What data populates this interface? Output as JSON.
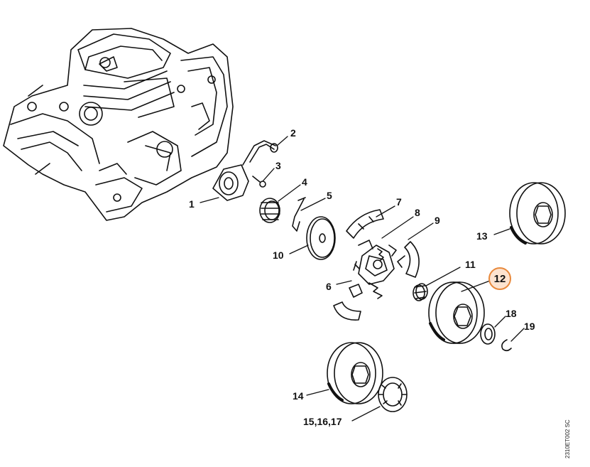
{
  "diagram": {
    "callouts": [
      {
        "id": "1",
        "label": "1"
      },
      {
        "id": "2",
        "label": "2"
      },
      {
        "id": "3",
        "label": "3"
      },
      {
        "id": "4",
        "label": "4"
      },
      {
        "id": "5",
        "label": "5"
      },
      {
        "id": "6",
        "label": "6"
      },
      {
        "id": "7",
        "label": "7"
      },
      {
        "id": "8",
        "label": "8"
      },
      {
        "id": "9",
        "label": "9"
      },
      {
        "id": "10",
        "label": "10"
      },
      {
        "id": "11",
        "label": "11"
      },
      {
        "id": "12",
        "label": "12",
        "highlighted": true
      },
      {
        "id": "13",
        "label": "13"
      },
      {
        "id": "14",
        "label": "14"
      },
      {
        "id": "15-16-17",
        "label": "15,16,17"
      },
      {
        "id": "18",
        "label": "18"
      },
      {
        "id": "19",
        "label": "19"
      }
    ],
    "drawing_code": "2310ET002 SC",
    "highlight_color": "#e8893c",
    "highlight_fill": "#fde3cf",
    "line_color": "#111111"
  }
}
